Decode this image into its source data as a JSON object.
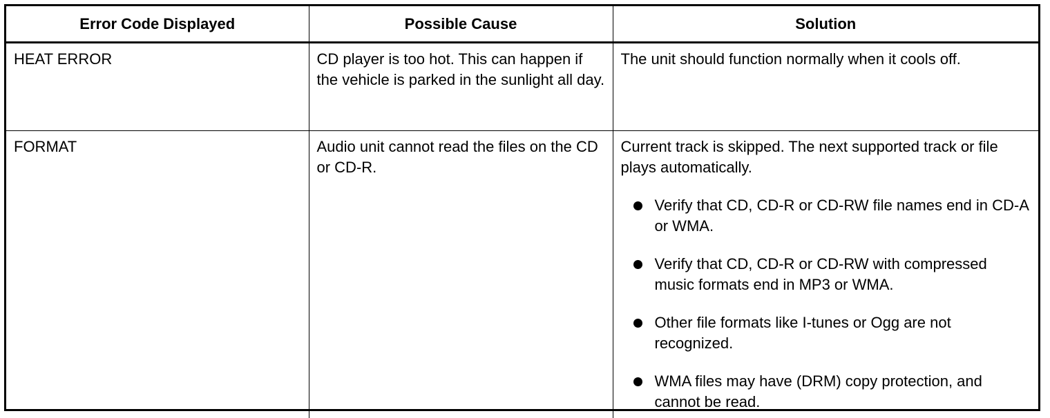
{
  "table": {
    "headers": [
      "Error Code Displayed",
      "Possible Cause",
      "Solution"
    ],
    "rows": [
      {
        "code": "HEAT ERROR",
        "cause": "CD player is too hot. This can happen if the vehicle is parked in the sunlight all day.",
        "solution": "The unit should function normally when it cools off.",
        "bullets": []
      },
      {
        "code": "FORMAT",
        "cause": "Audio unit cannot read the files on the CD or CD-R.",
        "solution": "Current track is skipped. The next supported track or file plays automatically.",
        "bullets": [
          "Verify that CD, CD-R or CD-RW file names end in CD-A or WMA.",
          "Verify that CD, CD-R or CD-RW with compressed music formats end in MP3 or WMA.",
          "Other file formats like I-tunes or Ogg are not recognized.",
          "WMA files may have (DRM) copy protection, and cannot be read."
        ]
      }
    ]
  }
}
